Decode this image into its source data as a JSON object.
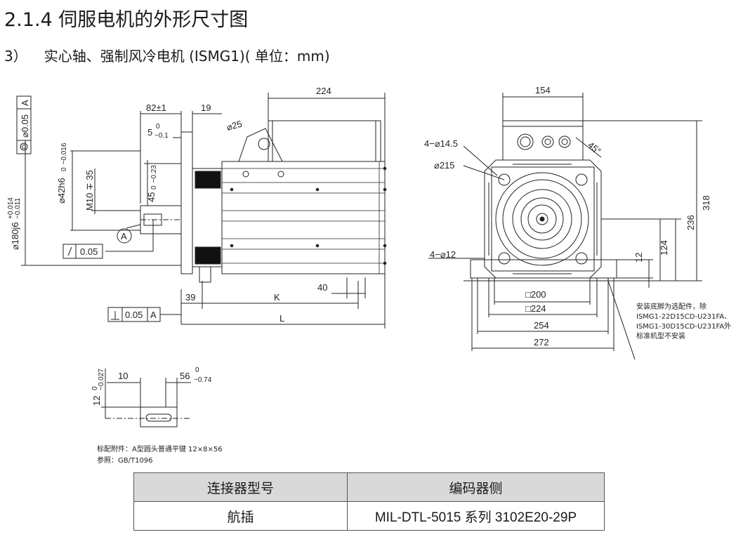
{
  "heading": {
    "title": "2.1.4 伺服电机的外形尺寸图",
    "item_number": "3）",
    "item_text": "实心轴、强制风冷电机 (ISMG1)( 单位：mm)"
  },
  "side_view": {
    "dims": {
      "d224": "224",
      "d82": "82±1",
      "d19": "19",
      "d5": "5",
      "d5_tol": "0",
      "d5_tol2": "−0.1",
      "d25": "⌀25",
      "d42": "⌀42h6",
      "d42_tol1": "0",
      "d42_tol2": "−0.016",
      "m10": "M10 ∓ 35",
      "d45": "45",
      "d45_tol1": "0",
      "d45_tol2": "−0.23",
      "d180": "⌀180j6",
      "d180_tol1": "+0.014",
      "d180_tol2": "−0.011",
      "d39": "39",
      "dK": "K",
      "d40": "40",
      "dL": "L"
    },
    "tolerance_frames": {
      "runout_val": "⌀0.05",
      "runout_ref": "A",
      "flat_val": "0.05",
      "perp_val": "0.05",
      "perp_ref": "A",
      "datum": "A"
    }
  },
  "front_view": {
    "dims": {
      "d154": "154",
      "d45deg": "45°",
      "d4x14": "4−⌀14.5",
      "d215": "⌀215",
      "d4x12": "4−⌀12",
      "d318": "318",
      "d236": "236",
      "d124": "124",
      "d12": "12",
      "d200": "□200",
      "d224": "□224",
      "d254": "254",
      "d272": "272"
    },
    "note_lines": [
      "安装底脚为选配件，除",
      "ISMG1-22D15CD-U231FA、",
      "ISMG1-30D15CD-U231FA外",
      "标准机型不安装"
    ]
  },
  "key_view": {
    "dims": {
      "d10": "10",
      "d56": "56",
      "d56_tol1": "0",
      "d56_tol2": "−0.74",
      "d12": "12",
      "d12_tol1": "0",
      "d12_tol2": "−0.027"
    },
    "caption_lines": [
      "标配附件：A型圆头普通平键 12×8×56",
      "参照：GB/T1096"
    ]
  },
  "connector_table": {
    "headers": [
      "连接器型号",
      "编码器侧"
    ],
    "rows": [
      [
        "航插",
        "MIL-DTL-5015 系列 3102E20-29P"
      ]
    ]
  }
}
